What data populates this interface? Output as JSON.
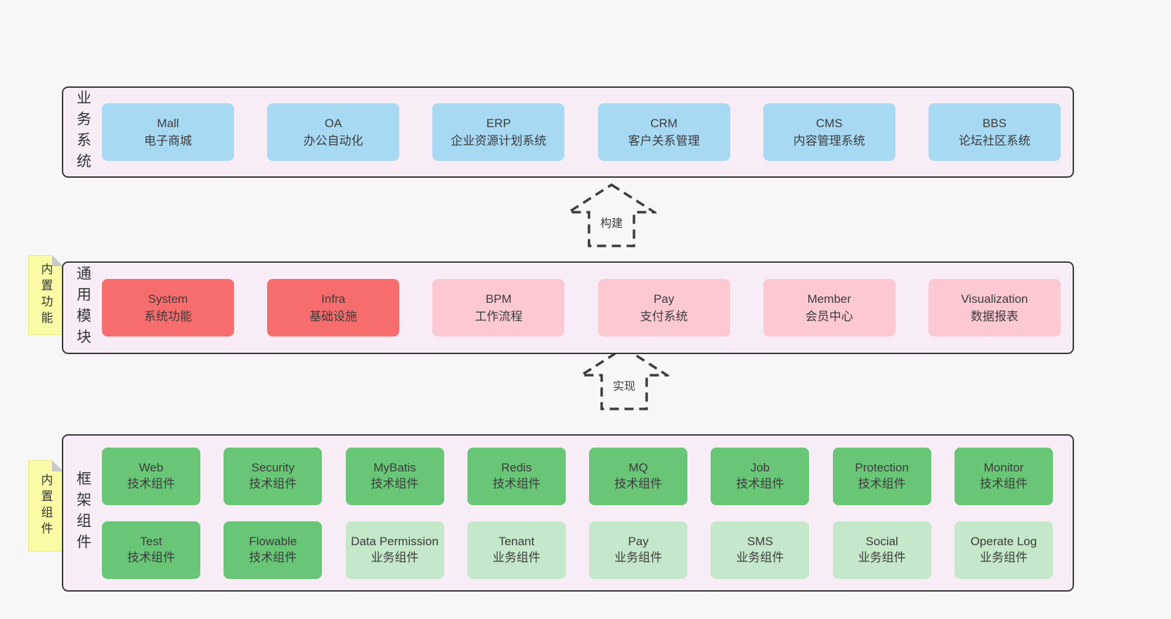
{
  "colors": {
    "page_bg": "#f7f7f7",
    "band_bg": "#f8edf6",
    "band_border": "#3a3a3a",
    "blue_box": "#a7d9f3",
    "red_box": "#f76d6d",
    "pink_box": "#fcc9d2",
    "green_box": "#69c677",
    "light_green_box": "#c4e8c9",
    "note_bg": "#fbfba6",
    "note_fold": "#c9c9c9",
    "text": "#3c3c3c"
  },
  "arrows": [
    {
      "label": "构建"
    },
    {
      "label": "实现"
    }
  ],
  "notes": [
    {
      "label": "内置功能"
    },
    {
      "label": "内置组件"
    }
  ],
  "bands": [
    {
      "label": "业务系统",
      "items": [
        {
          "en": "Mall",
          "zh": "电子商城"
        },
        {
          "en": "OA",
          "zh": "办公自动化"
        },
        {
          "en": "ERP",
          "zh": "企业资源计划系统"
        },
        {
          "en": "CRM",
          "zh": "客户关系管理"
        },
        {
          "en": "CMS",
          "zh": "内容管理系统"
        },
        {
          "en": "BBS",
          "zh": "论坛社区系统"
        }
      ]
    },
    {
      "label": "通用模块",
      "items": [
        {
          "en": "System",
          "zh": "系统功能"
        },
        {
          "en": "Infra",
          "zh": "基础设施"
        },
        {
          "en": "BPM",
          "zh": "工作流程"
        },
        {
          "en": "Pay",
          "zh": "支付系统"
        },
        {
          "en": "Member",
          "zh": "会员中心"
        },
        {
          "en": "Visualization",
          "zh": "数据报表"
        }
      ]
    },
    {
      "label": "框架组件",
      "rows": [
        [
          {
            "en": "Web",
            "zh": "技术组件"
          },
          {
            "en": "Security",
            "zh": "技术组件"
          },
          {
            "en": "MyBatis",
            "zh": "技术组件"
          },
          {
            "en": "Redis",
            "zh": "技术组件"
          },
          {
            "en": "MQ",
            "zh": "技术组件"
          },
          {
            "en": "Job",
            "zh": "技术组件"
          },
          {
            "en": "Protection",
            "zh": "技术组件"
          },
          {
            "en": "Monitor",
            "zh": "技术组件"
          }
        ],
        [
          {
            "en": "Test",
            "zh": "技术组件"
          },
          {
            "en": "Flowable",
            "zh": "技术组件"
          },
          {
            "en": "Data Permission",
            "zh": "业务组件"
          },
          {
            "en": "Tenant",
            "zh": "业务组件"
          },
          {
            "en": "Pay",
            "zh": "业务组件"
          },
          {
            "en": "SMS",
            "zh": "业务组件"
          },
          {
            "en": "Social",
            "zh": "业务组件"
          },
          {
            "en": "Operate Log",
            "zh": "业务组件"
          }
        ]
      ]
    }
  ]
}
